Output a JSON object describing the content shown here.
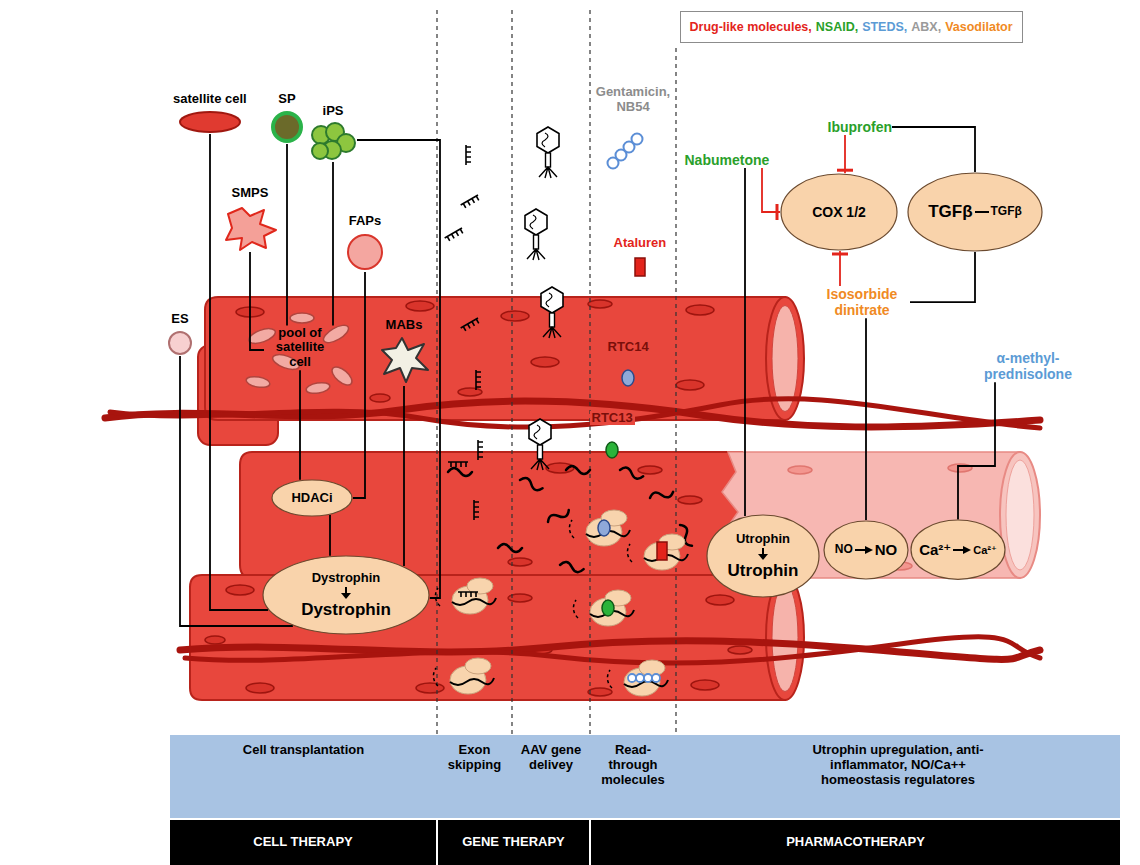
{
  "diagram": {
    "nodes": [
      {
        "text": [
          "Drug-like molecules,",
          "NSAID,",
          "STEDS,",
          "ABX,",
          "Vasodilator"
        ]
      },
      {
        "text": [
          "satellite cell"
        ]
      },
      {
        "text": [
          "SP"
        ]
      },
      {
        "text": [
          "iPS"
        ]
      },
      {
        "text": [
          "SMPS"
        ]
      },
      {
        "text": [
          "FAPs"
        ]
      },
      {
        "text": [
          "ES"
        ]
      },
      {
        "text": [
          "pool of satellite cell"
        ]
      },
      {
        "text": [
          "MABs"
        ]
      },
      {
        "text": [
          "HDACi"
        ]
      },
      {
        "text": [
          "Dystrophin",
          "Dystrophin"
        ]
      },
      {
        "text": [
          "Nabumetone"
        ]
      },
      {
        "text": [
          "Ibuprofen"
        ]
      },
      {
        "text": [
          "COX 1/2"
        ]
      },
      {
        "text": [
          "TGFβ",
          "TGFβ"
        ]
      },
      {
        "text": [
          "Isosorbide dinitrate"
        ]
      },
      {
        "text": [
          "α-methyl-prednisolone"
        ]
      },
      {
        "text": [
          "Utrophin",
          "Utrophin"
        ]
      },
      {
        "text": [
          "NO",
          "NO"
        ]
      },
      {
        "text": [
          "Ca²⁺",
          "Ca²⁺"
        ]
      },
      {
        "text": [
          "Cell transplantation"
        ]
      },
      {
        "text": [
          "Exon skipping"
        ]
      },
      {
        "text": [
          "AAV gene delivey"
        ]
      },
      {
        "text": [
          "Read-through molecules"
        ]
      },
      {
        "text": [
          "Utrophin upregulation, anti-inflammator, NO/Ca++ homeostasis regulatores"
        ]
      },
      {
        "text": [
          "CELL THERAPY"
        ]
      },
      {
        "text": [
          "GENE THERAPY"
        ]
      },
      {
        "text": [
          "PHARMACOTHERAPY"
        ]
      }
    ],
    "edges": [
      {
        "from": 1,
        "to": 10,
        "arrow": "none"
      },
      {
        "from": 2,
        "to": 7,
        "arrow": "none"
      },
      {
        "from": 3,
        "to": 7,
        "arrow": "none"
      },
      {
        "from": 3,
        "to": 10,
        "arrow": "none"
      },
      {
        "from": 4,
        "to": 7,
        "arrow": "none"
      },
      {
        "from": 5,
        "to": 9,
        "arrow": "none"
      },
      {
        "from": 6,
        "to": 10,
        "arrow": "none"
      },
      {
        "from": 7,
        "to": 9,
        "arrow": "none"
      },
      {
        "from": 8,
        "to": 10,
        "arrow": "none"
      },
      {
        "from": 9,
        "to": 10,
        "arrow": "none"
      },
      {
        "from": 12,
        "to": 13,
        "arrow": "to"
      },
      {
        "from": 12,
        "to": 14,
        "arrow": "none"
      },
      {
        "from": 11,
        "to": 13,
        "arrow": "to"
      },
      {
        "from": 11,
        "to": 17,
        "arrow": "none"
      },
      {
        "from": 15,
        "to": 13,
        "arrow": "to"
      },
      {
        "from": 15,
        "to": 14,
        "arrow": "none"
      },
      {
        "from": 15,
        "to": 18,
        "arrow": "none"
      },
      {
        "from": 16,
        "to": 19,
        "arrow": "none"
      }
    ],
    "labels": [
      "Gentamicin, NB54",
      "Ataluren",
      "RTC14",
      "RTC13"
    ]
  }
}
